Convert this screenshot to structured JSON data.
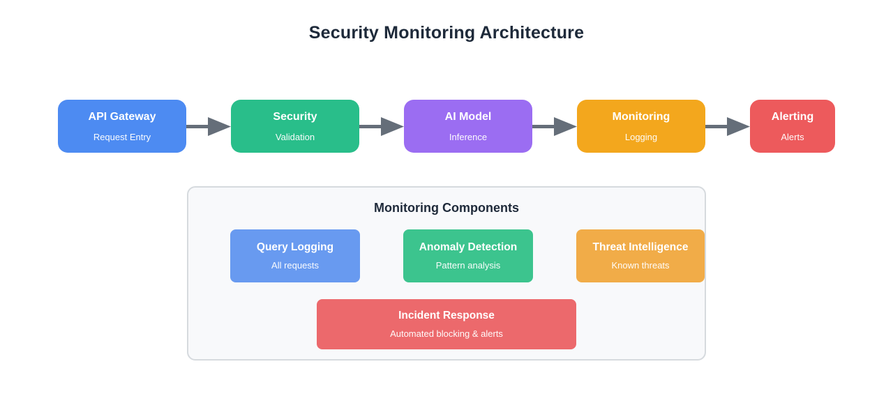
{
  "title": "Security Monitoring Architecture",
  "colors": {
    "title_text": "#1e2a3a",
    "arrow": "#656e79",
    "panel_bg": "#f8f9fb",
    "panel_border": "#d6dade"
  },
  "flow": {
    "nodes": [
      {
        "label": "API Gateway",
        "sublabel": "Request Entry",
        "color": "#4d8bf2"
      },
      {
        "label": "Security",
        "sublabel": "Validation",
        "color": "#29be8a"
      },
      {
        "label": "AI Model",
        "sublabel": "Inference",
        "color": "#9b6df2"
      },
      {
        "label": "Monitoring",
        "sublabel": "Logging",
        "color": "#f3a71d"
      },
      {
        "label": "Alerting",
        "sublabel": "Alerts",
        "color": "#ed5a5c"
      }
    ]
  },
  "panel": {
    "title": "Monitoring Components",
    "components": [
      {
        "label": "Query Logging",
        "sublabel": "All requests",
        "color": "#689af0"
      },
      {
        "label": "Anomaly Detection",
        "sublabel": "Pattern analysis",
        "color": "#3cc48e"
      },
      {
        "label": "Threat Intelligence",
        "sublabel": "Known threats",
        "color": "#f1ac48"
      },
      {
        "label": "Incident Response",
        "sublabel": "Automated blocking & alerts",
        "color": "#ec696c"
      }
    ]
  }
}
